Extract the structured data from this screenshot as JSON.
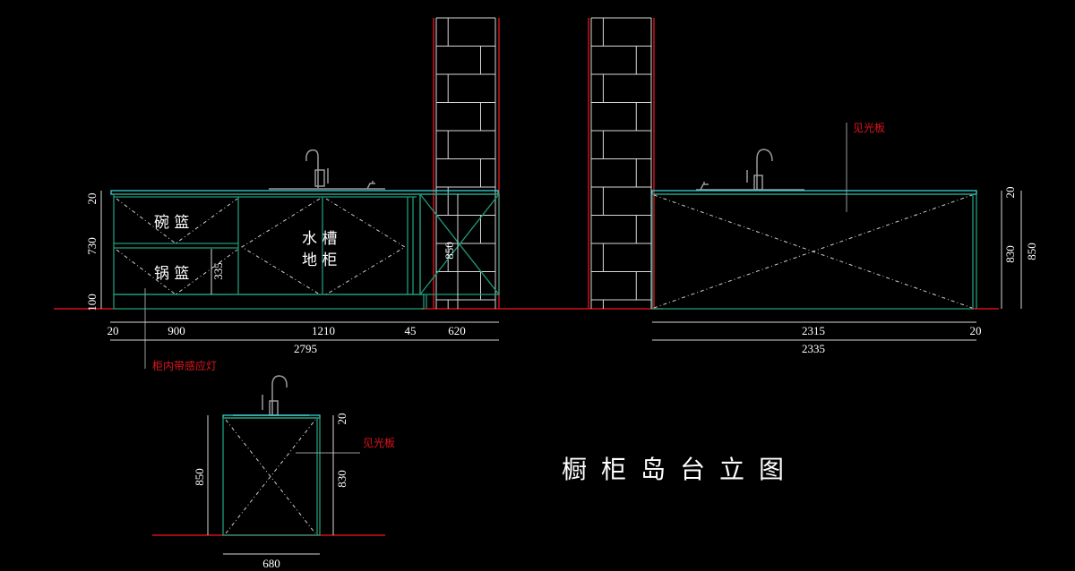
{
  "front_elevation": {
    "labels": {
      "bowl_basket": "碗 篮",
      "pot_basket": "锅 篮",
      "sink_cabinet_1": "水 槽",
      "sink_cabinet_2": "地 柜"
    },
    "note_light": "柜内带感应灯",
    "dims_vertical": {
      "top": "20",
      "mid": "730",
      "bottom": "100",
      "drawer": "335",
      "side": "850"
    },
    "dims_horizontal": {
      "d20": "20",
      "d900": "900",
      "d1210": "1210",
      "d45": "45",
      "d620": "620",
      "total": "2795"
    }
  },
  "side_elevation": {
    "note_panel": "见光板",
    "dims_vertical": {
      "top": "20",
      "body": "830",
      "total": "850"
    },
    "dims_horizontal": {
      "body": "2315",
      "end": "20",
      "total": "2335"
    }
  },
  "end_elevation": {
    "note_panel": "见光板",
    "dims_vertical": {
      "left": "850",
      "top": "20",
      "body": "830"
    },
    "dims_horizontal": {
      "width": "680"
    }
  },
  "title": "橱柜岛台立图",
  "colors": {
    "wall": "#d0101a",
    "cabinet": "#1f9a7c",
    "countertop": "#3ad0d8",
    "note": "#e0141e"
  }
}
